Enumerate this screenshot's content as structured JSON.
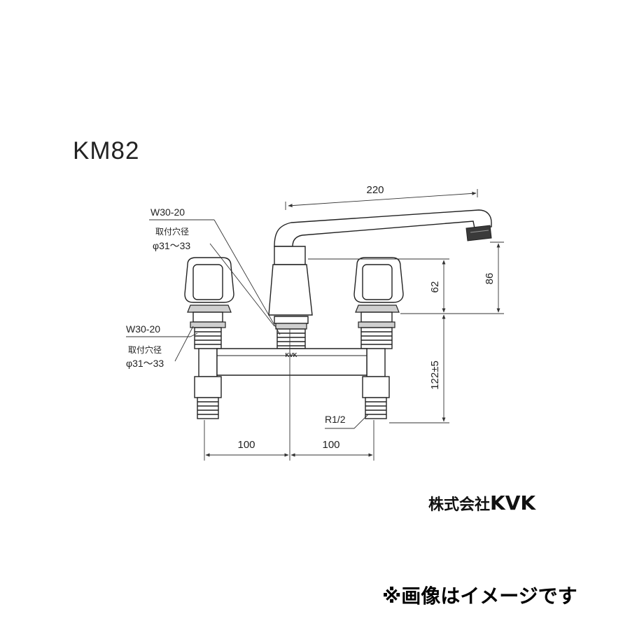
{
  "title": "KM82",
  "labels": {
    "connection_upper": "W30-20",
    "hole_caption_upper": "取付穴径",
    "hole_diameter_upper": "φ31～33",
    "connection_lower": "W30-20",
    "hole_caption_lower": "取付穴径",
    "hole_diameter_lower": "φ31～33",
    "pipe_thread": "R1/2",
    "body_mark": "KVK"
  },
  "dimensions": {
    "spout_length": "220",
    "handle_height": "62",
    "spout_height": "86",
    "inlet_height": "122±5",
    "pitch_left": "100",
    "pitch_right": "100"
  },
  "company": {
    "name": "株式会社",
    "brand": "KVK"
  },
  "notice": "※画像はイメージです",
  "colors": {
    "line": "#222222",
    "shading": "#cfcfcf",
    "dark_part": "#3a3a3a"
  }
}
